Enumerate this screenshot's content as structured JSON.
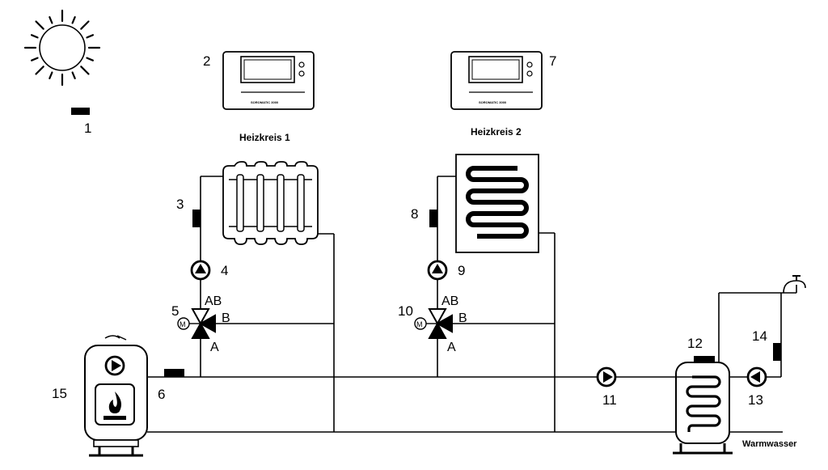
{
  "components": {
    "n1": "1",
    "n2": "2",
    "n3": "3",
    "n4": "4",
    "n5": "5",
    "n6": "6",
    "n7": "7",
    "n8": "8",
    "n9": "9",
    "n10": "10",
    "n11": "11",
    "n12": "12",
    "n13": "13",
    "n14": "14",
    "n15": "15"
  },
  "labels": {
    "circuit1": "Heizkreis 1",
    "circuit2": "Heizkreis 2",
    "hot_water": "Warmwasser"
  },
  "valve_ports": {
    "ab": "AB",
    "a": "A",
    "b": "B"
  },
  "motor_symbol": "M",
  "controller_brand": "SOROMATIC 3000",
  "icons": {
    "sun": "sun-icon",
    "boiler": "boiler-icon",
    "flame": "flame-icon",
    "pump": "pump-icon",
    "sensor": "temperature-sensor-icon",
    "valve": "three-way-mixing-valve-icon",
    "radiator": "radiator-icon",
    "floor_heating": "floor-heating-icon",
    "tank": "hot-water-tank-icon",
    "tap": "water-tap-icon",
    "controller": "controller-icon"
  }
}
